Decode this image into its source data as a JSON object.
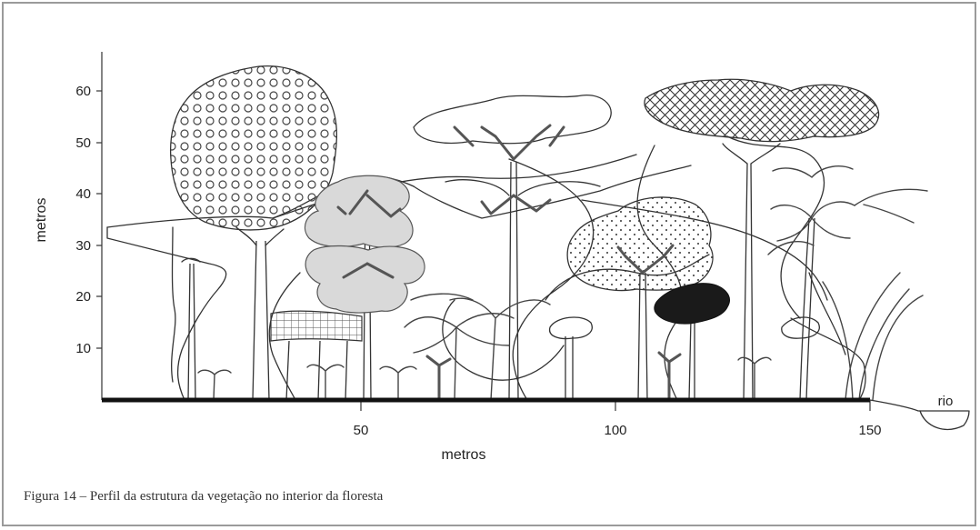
{
  "figure": {
    "y_axis_title": "metros",
    "x_axis_title": "metros",
    "y_ticks": [
      "10",
      "20",
      "30",
      "40",
      "50",
      "60"
    ],
    "x_ticks": [
      "50",
      "100",
      "150"
    ],
    "river_label": "rio",
    "caption": "Figura 14 – Perfil da estrutura da vegetação no interior da floresta"
  },
  "colors": {
    "frame": "#9a9a9a",
    "ink": "#333333",
    "grey_canopy": "#d9d9d9",
    "dark_canopy": "#1a1a1a"
  }
}
